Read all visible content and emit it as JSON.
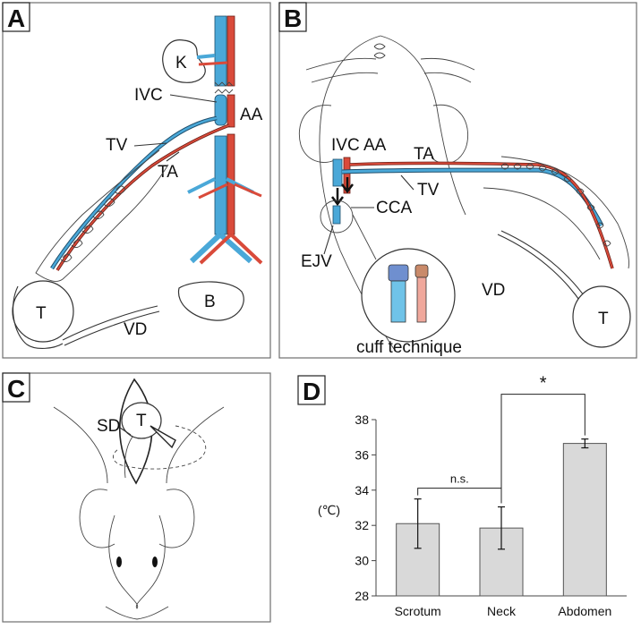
{
  "panels": {
    "a": {
      "badge": "A",
      "labels": {
        "k": "K",
        "ivc": "IVC",
        "aa": "AA",
        "tv": "TV",
        "ta": "TA",
        "t": "T",
        "vd": "VD",
        "b": "B"
      }
    },
    "b": {
      "badge": "B",
      "labels": {
        "ivc": "IVC",
        "aa": "AA",
        "ta": "TA",
        "tv": "TV",
        "cca": "CCA",
        "ejv": "EJV",
        "vd": "VD",
        "t": "T",
        "caption": "cuff technique"
      }
    },
    "c": {
      "badge": "C",
      "labels": {
        "sd": "SD",
        "t": "T"
      }
    },
    "d": {
      "badge": "D"
    }
  },
  "colors": {
    "vein": "#4aa8d8",
    "artery": "#d94a3a",
    "bar_fill": "#d9d9d9",
    "frame": "#6e6e6e"
  },
  "chart_data": {
    "type": "bar",
    "categories": [
      "Scrotum",
      "Neck",
      "Abdomen"
    ],
    "values": [
      32.1,
      31.85,
      36.65
    ],
    "errors": [
      1.4,
      1.2,
      0.25
    ],
    "ylabel": "(℃)",
    "ylim": [
      28,
      38
    ],
    "yticks": [
      28,
      30,
      32,
      34,
      36,
      38
    ],
    "grid": false,
    "annotations": [
      {
        "between": [
          "Scrotum",
          "Neck"
        ],
        "text": "n.s."
      },
      {
        "between": [
          "Neck",
          "Abdomen"
        ],
        "text": "*"
      }
    ]
  }
}
